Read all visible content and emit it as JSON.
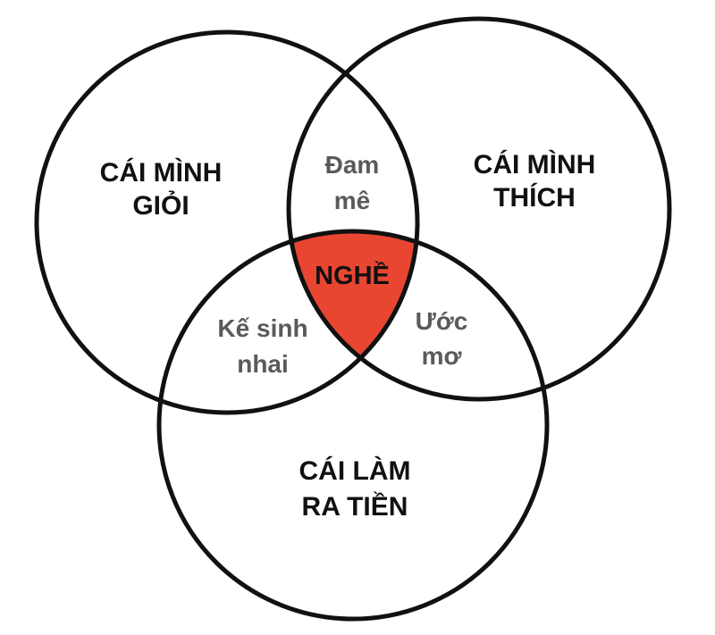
{
  "colors": {
    "background": "#ffffff",
    "circle_stroke": "#111111",
    "center_fill": "#e94632",
    "main_text": "#111111",
    "overlap_text": "#5a5a5a"
  },
  "circles": {
    "left": {
      "label_line1": "CÁI MÌNH",
      "label_line2": "GIỎI"
    },
    "right": {
      "label_line1": "CÁI MÌNH",
      "label_line2": "THÍCH"
    },
    "bottom": {
      "label_line1": "CÁI LÀM",
      "label_line2": "RA TIỀN"
    }
  },
  "overlaps": {
    "left_right": {
      "line1": "Đam",
      "line2": "mê"
    },
    "left_bottom": {
      "line1": "Kế sinh",
      "line2": "nhai"
    },
    "right_bottom": {
      "line1": "Ước",
      "line2": "mơ"
    }
  },
  "center": {
    "label": "NGHỀ"
  }
}
